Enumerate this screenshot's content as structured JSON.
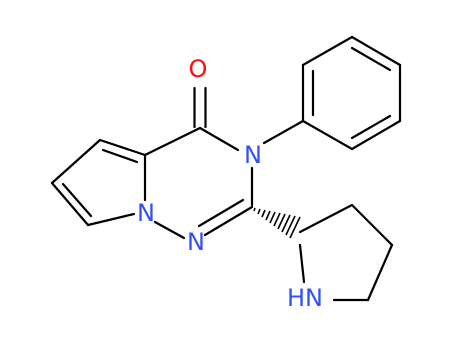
{
  "molecule": {
    "atoms": [
      {
        "id": "O1",
        "label": "O",
        "color": "#ff0d0d"
      },
      {
        "id": "N3",
        "label": "N",
        "color": "#3050f8"
      },
      {
        "id": "N1",
        "label": "N",
        "color": "#3050f8"
      },
      {
        "id": "N2",
        "label": "N",
        "color": "#3050f8"
      },
      {
        "id": "NH",
        "label": "HN",
        "color": "#3050f8"
      }
    ],
    "colors": {
      "bond": "#000000",
      "nitrogen": "#3050f8",
      "oxygen": "#ff0d0d",
      "background": "#ffffff"
    }
  }
}
